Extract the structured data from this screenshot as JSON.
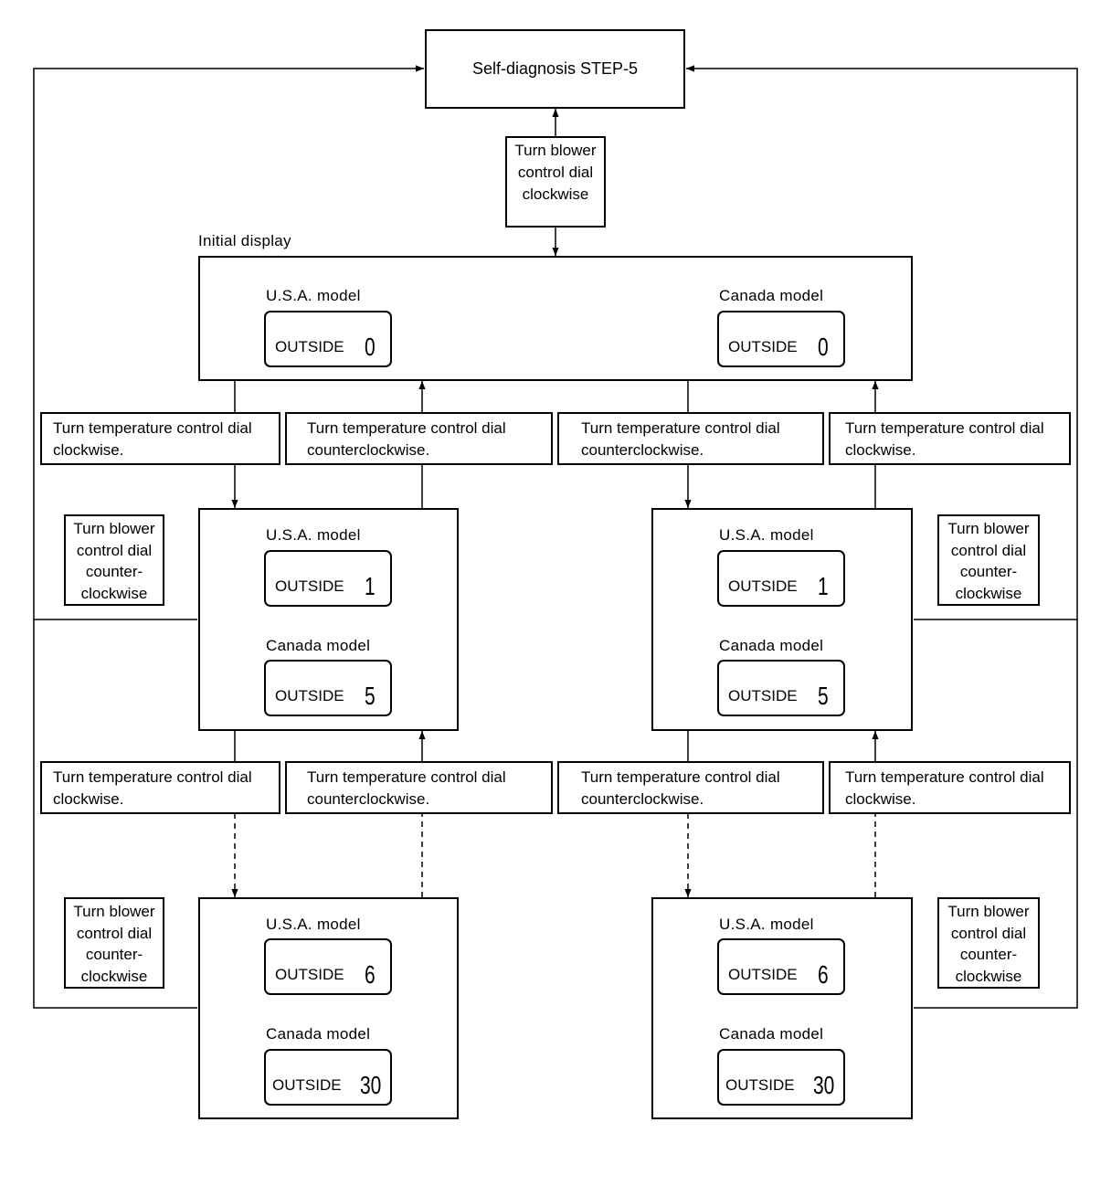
{
  "step_box": {
    "label": "Self-diagnosis STEP-5"
  },
  "blower_clockwise": {
    "lines": [
      "Turn blower",
      "control dial",
      "clockwise"
    ]
  },
  "blower_ccw": {
    "lines": [
      "Turn blower",
      "control dial",
      "counter-",
      "clockwise"
    ]
  },
  "initial_display": {
    "caption": "Initial display",
    "usa": {
      "model": "U.S.A. model",
      "word": "OUTSIDE",
      "value": "0"
    },
    "canada": {
      "model": "Canada model",
      "word": "OUTSIDE",
      "value": "0"
    }
  },
  "instructions": {
    "cw": [
      "Turn temperature control dial",
      "clockwise."
    ],
    "ccw": [
      "Turn temperature control dial",
      "counterclockwise."
    ]
  },
  "level_1": {
    "usa": {
      "model": "U.S.A. model",
      "word": "OUTSIDE",
      "value": "1"
    },
    "canada": {
      "model": "Canada model",
      "word": "OUTSIDE",
      "value": "5"
    }
  },
  "level_2": {
    "usa": {
      "model": "U.S.A. model",
      "word": "OUTSIDE",
      "value": "6"
    },
    "canada": {
      "model": "Canada model",
      "word": "OUTSIDE",
      "value": "30"
    }
  }
}
